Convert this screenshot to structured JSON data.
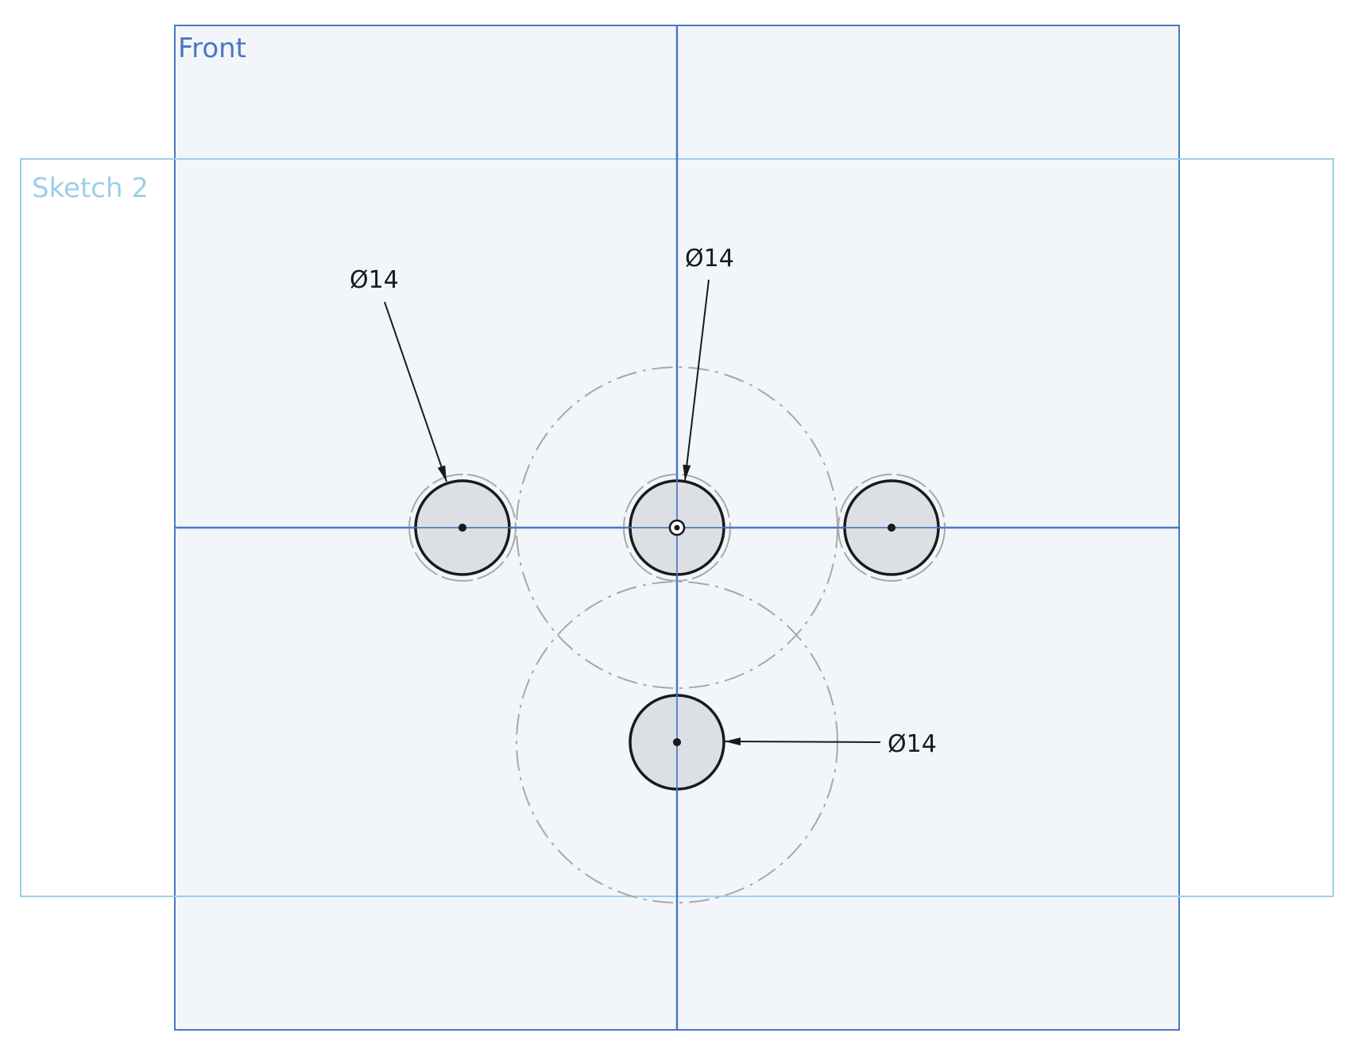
{
  "viewport": {
    "planes": [
      {
        "id": "front",
        "label": "Front",
        "color": "#4a78c2",
        "fill": "#f2f6fa"
      },
      {
        "id": "sketch2",
        "label": "Sketch 2",
        "color": "#9ccfea",
        "fill": "#f2f6fa"
      }
    ],
    "circles": [
      {
        "id": "hole-left",
        "kind": "hole"
      },
      {
        "id": "hole-center",
        "kind": "hole",
        "origin": true
      },
      {
        "id": "hole-right",
        "kind": "hole"
      },
      {
        "id": "hole-bottom",
        "kind": "hole"
      }
    ],
    "construction_circles": [
      {
        "id": "construction-circle-upper"
      },
      {
        "id": "construction-circle-lower"
      }
    ],
    "dimensions": [
      {
        "id": "dim-left",
        "label": "Ø14"
      },
      {
        "id": "dim-center",
        "label": "Ø14"
      },
      {
        "id": "dim-bottom",
        "label": "Ø14"
      }
    ],
    "colors": {
      "axis": "#4a78c2",
      "hole_fill": "#dcdfe4",
      "hole_stroke": "#1a1a1a",
      "construction": "#a8a8a8",
      "dimension": "#1a1a1a"
    }
  }
}
